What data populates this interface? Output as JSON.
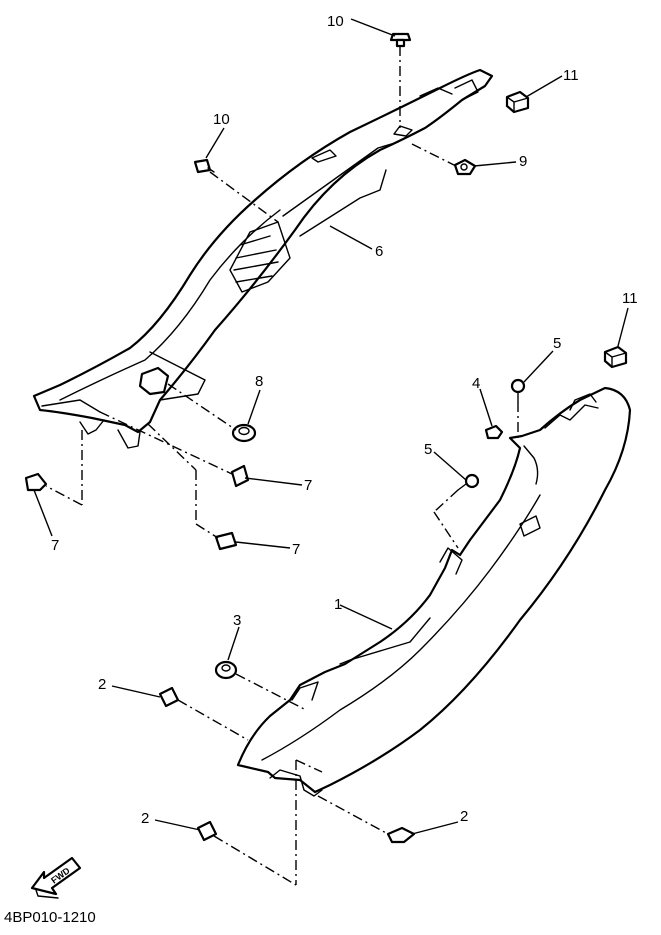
{
  "diagram_code": "4BP010-1210",
  "fwd_label": "FWD",
  "callouts": {
    "c10a": "10",
    "c10b": "10",
    "c11a": "11",
    "c11b": "11",
    "c9": "9",
    "c6": "6",
    "c8": "8",
    "c7a": "7",
    "c7b": "7",
    "c7c": "7",
    "c5a": "5",
    "c5b": "5",
    "c4": "4",
    "c1": "1",
    "c3": "3",
    "c2a": "2",
    "c2b": "2",
    "c2c": "2"
  }
}
